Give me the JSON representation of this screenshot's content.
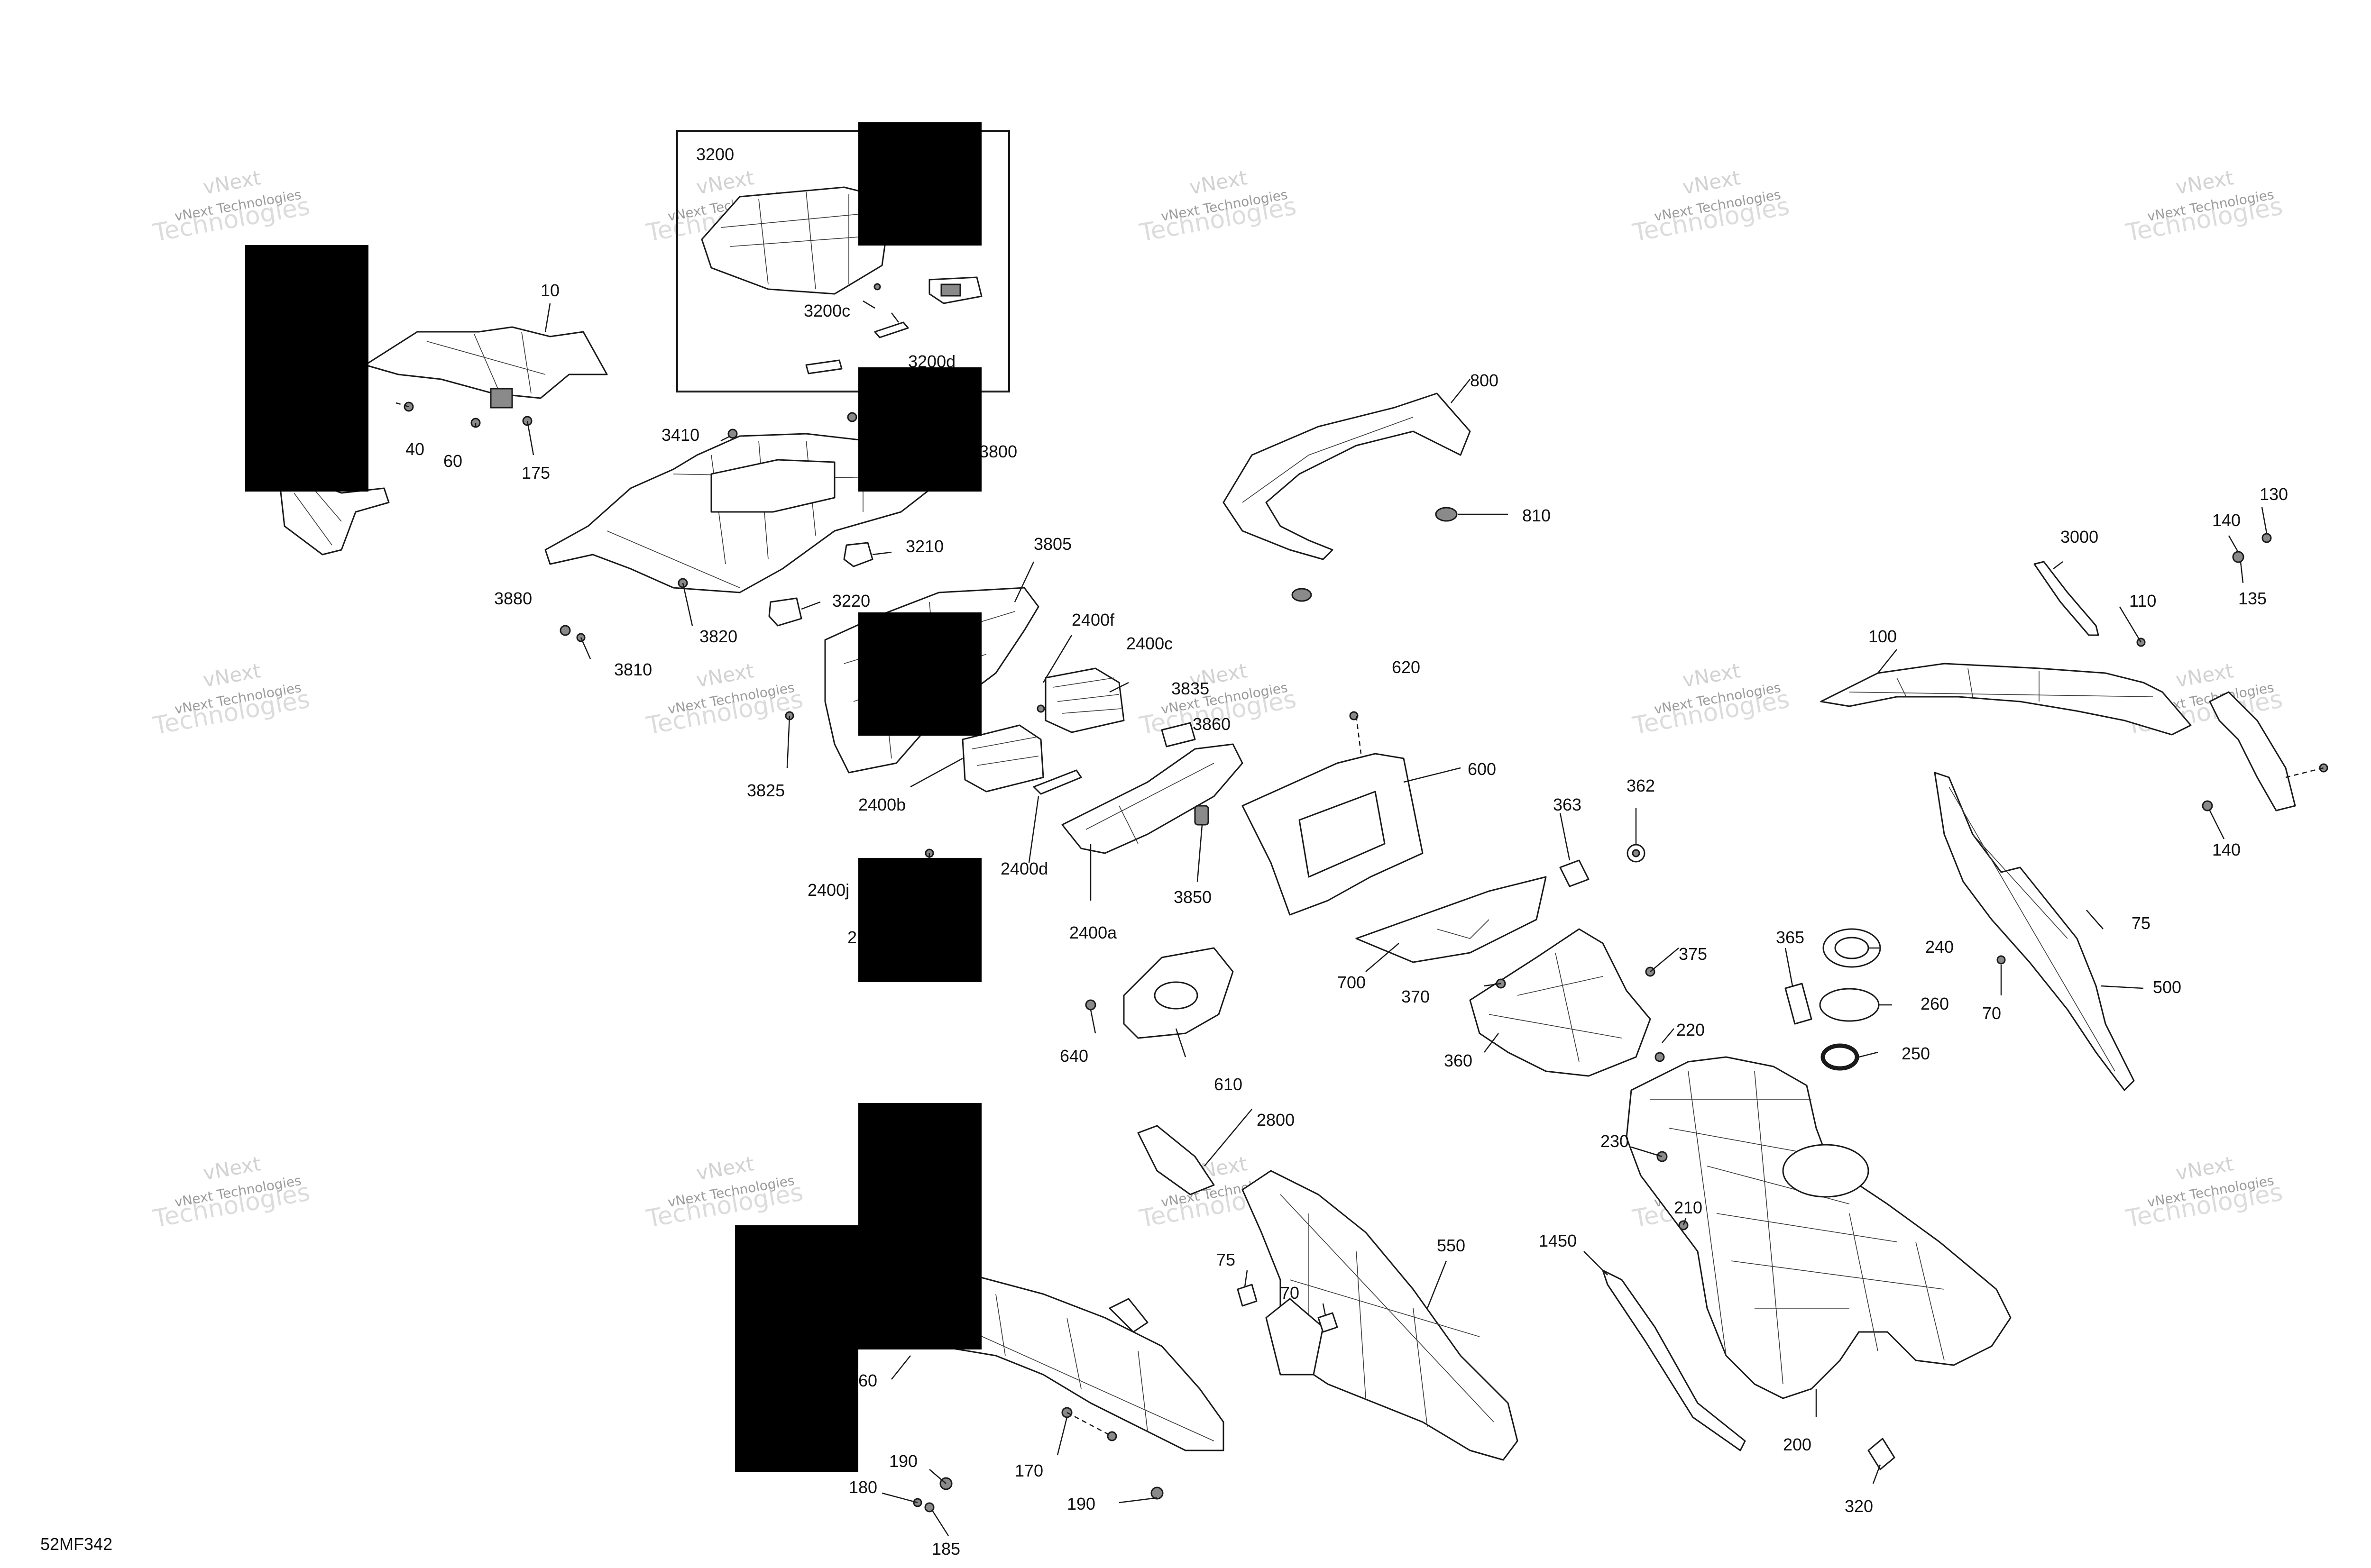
{
  "diagram": {
    "figure_code": "52MF342",
    "watermark": {
      "line1": "vNext",
      "line2": "Technologies",
      "line3": "vNext Technologies"
    },
    "callouts": {
      "c10": "10",
      "c40": "40",
      "c60": "60",
      "c175": "175",
      "c3200": "3200",
      "c3200c": "3200c",
      "c3200d": "3200d",
      "c3410": "3410",
      "c3800": "3800",
      "c3210": "3210",
      "c3220": "3220",
      "c3880": "3880",
      "c3810": "3810",
      "c3820": "3820",
      "c3805": "3805",
      "c3825": "3825",
      "c2400f": "2400f",
      "c2400c": "2400c",
      "c2400b": "2400b",
      "c2400d": "2400d",
      "c2400a": "2400a",
      "c2400j": "2400j",
      "c2": "2",
      "c3835": "3835",
      "c3860": "3860",
      "c3850": "3850",
      "c800": "800",
      "c810": "810",
      "c620": "620",
      "c600": "600",
      "c700": "700",
      "c370": "370",
      "c360": "360",
      "c363": "363",
      "c362": "362",
      "c375": "375",
      "c640": "640",
      "c610": "610",
      "c365": "365",
      "c240": "240",
      "c260": "260",
      "c250": "250",
      "c220": "220",
      "c230": "230",
      "c210": "210",
      "c200": "200",
      "c320": "320",
      "c1450": "1450",
      "c2800": "2800",
      "c550": "550",
      "c75b": "75",
      "c70b": "70",
      "c170": "170",
      "c190a": "190",
      "c190b": "190",
      "c180": "180",
      "c185": "185",
      "c160": "60",
      "c3000": "3000",
      "c100": "100",
      "c110": "110",
      "c140a": "140",
      "c130": "130",
      "c135": "135",
      "c140b": "140",
      "c75": "75",
      "c70": "70",
      "c500": "500"
    }
  }
}
